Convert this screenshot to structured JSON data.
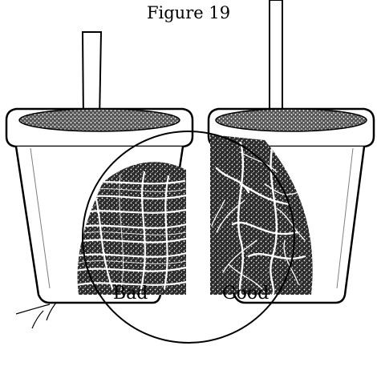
{
  "figure": {
    "title": "Figure 19",
    "labels": {
      "bad": "Bad",
      "good": "Good"
    },
    "left_pot": "pot-with-circling-roots",
    "right_pot": "pot-with-branching-roots"
  },
  "colors": {
    "ink": "#000000",
    "paper": "#ffffff",
    "soil": "#1a1a1a"
  }
}
